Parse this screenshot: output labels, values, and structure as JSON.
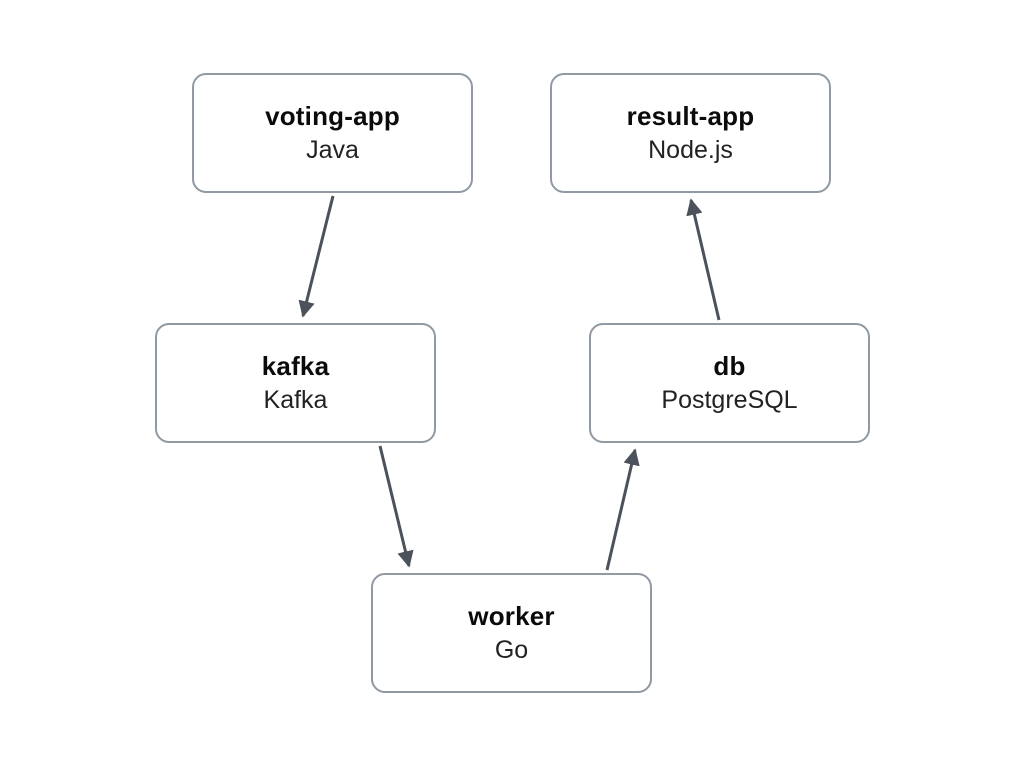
{
  "diagram": {
    "nodes": [
      {
        "id": "voting-app",
        "title": "voting-app",
        "subtitle": "Java"
      },
      {
        "id": "result-app",
        "title": "result-app",
        "subtitle": "Node.js"
      },
      {
        "id": "kafka",
        "title": "kafka",
        "subtitle": "Kafka"
      },
      {
        "id": "db",
        "title": "db",
        "subtitle": "PostgreSQL"
      },
      {
        "id": "worker",
        "title": "worker",
        "subtitle": "Go"
      }
    ],
    "edges": [
      {
        "from": "voting-app",
        "to": "kafka"
      },
      {
        "from": "kafka",
        "to": "worker"
      },
      {
        "from": "worker",
        "to": "db"
      },
      {
        "from": "db",
        "to": "result-app"
      }
    ],
    "colors": {
      "background": "#ffffff",
      "node_fill": "#ffffff",
      "node_border": "#9199a2",
      "arrow": "#4b525b",
      "title_text": "#0b0b0b",
      "subtitle_text": "#222222"
    }
  }
}
